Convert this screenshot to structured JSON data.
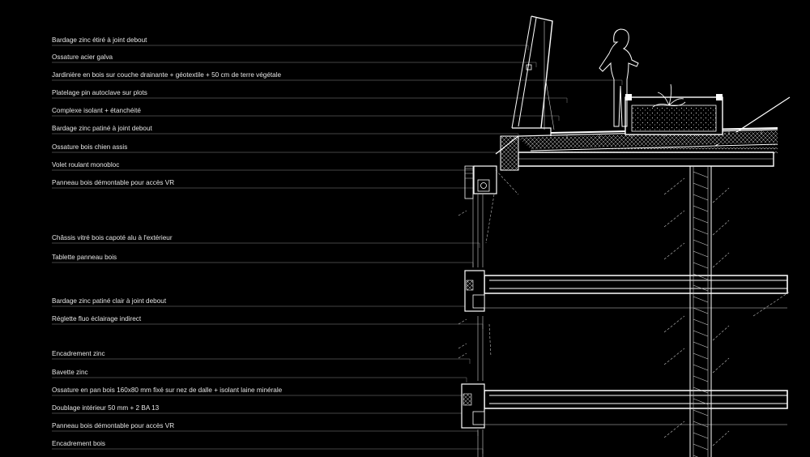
{
  "annotations": [
    "Bardage zinc étiré à joint debout",
    "Ossature acier galva",
    "Jardinière en bois sur couche drainante + géotextile + 50 cm de terre végétale",
    "Platelage pin autoclave sur plots",
    "Complexe isolant + étanchéité",
    "Bardage zinc patiné à joint debout",
    "Ossature bois chien assis",
    "Volet roulant monobloc",
    "Panneau bois démontable pour accès VR",
    "Châssis vitré bois capoté alu à l'extérieur",
    "Tablette panneau bois",
    "Bardage zinc patiné clair à joint debout",
    "Réglette fluo éclairage indirect",
    "Encadrement zinc",
    "Bavette zinc",
    "Ossature  en pan bois 160x80 mm fixé sur nez de dalle + isolant laine minérale",
    "Doublage intérieur 50 mm + 2 BA 13",
    "Panneau bois démontable pour accès VR",
    "Encadrement bois"
  ],
  "colors": {
    "background": "#000000",
    "lines": "#ffffff",
    "leaders": "#8a8a8a",
    "text": "#e6e6e6"
  }
}
